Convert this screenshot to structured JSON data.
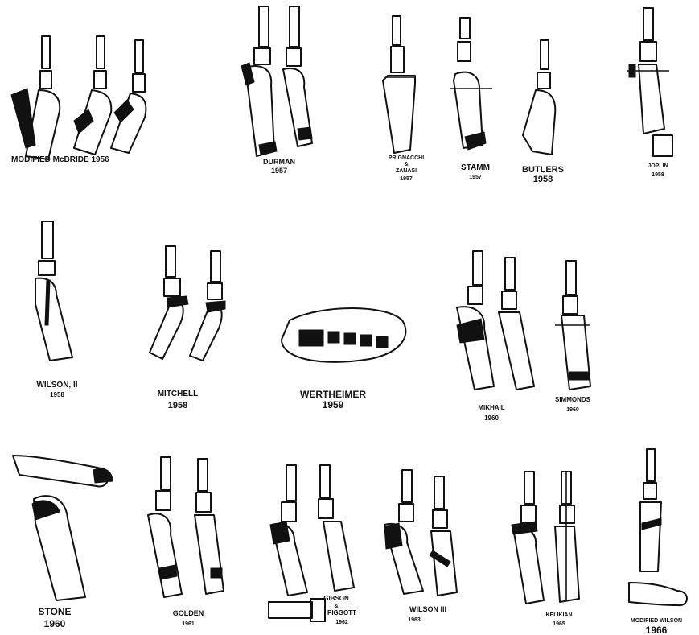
{
  "procedures": [
    {
      "id": "modified-mcbride",
      "lines": [
        "MODIFIED  McBRIDE  1956"
      ]
    },
    {
      "id": "durman",
      "lines": [
        "DURMAN",
        "1957"
      ]
    },
    {
      "id": "prignacchi-zanasi",
      "lines": [
        "PRIGNACCHI",
        "&",
        "ZANASI",
        "1957"
      ]
    },
    {
      "id": "stamm",
      "lines": [
        "STAMM",
        "1957"
      ]
    },
    {
      "id": "butlers",
      "lines": [
        "BUTLERS",
        "1958"
      ]
    },
    {
      "id": "joplin",
      "lines": [
        "JOPLIN",
        "1958"
      ]
    },
    {
      "id": "wilson-ii",
      "lines": [
        "WILSON, II",
        "1958"
      ]
    },
    {
      "id": "mitchell",
      "lines": [
        "MITCHELL",
        "1958"
      ]
    },
    {
      "id": "wertheimer",
      "lines": [
        "WERTHEIMER",
        "1959"
      ]
    },
    {
      "id": "mikhail",
      "lines": [
        "MIKHAIL",
        "1960"
      ]
    },
    {
      "id": "simmonds",
      "lines": [
        "SIMMONDS",
        "1960"
      ]
    },
    {
      "id": "stone",
      "lines": [
        "STONE",
        "1960"
      ]
    },
    {
      "id": "golden",
      "lines": [
        "GOLDEN",
        "1961"
      ]
    },
    {
      "id": "gibson-piggott",
      "lines": [
        "GIBSON",
        "&",
        "PIGGOTT",
        "1962"
      ]
    },
    {
      "id": "wilson-iii",
      "lines": [
        "WILSON  III",
        "1963"
      ]
    },
    {
      "id": "kelikian",
      "lines": [
        "KELIKIAN",
        "1965"
      ]
    },
    {
      "id": "modified-wilson",
      "lines": [
        "MODIFIED  WILSON",
        "1966"
      ]
    }
  ]
}
